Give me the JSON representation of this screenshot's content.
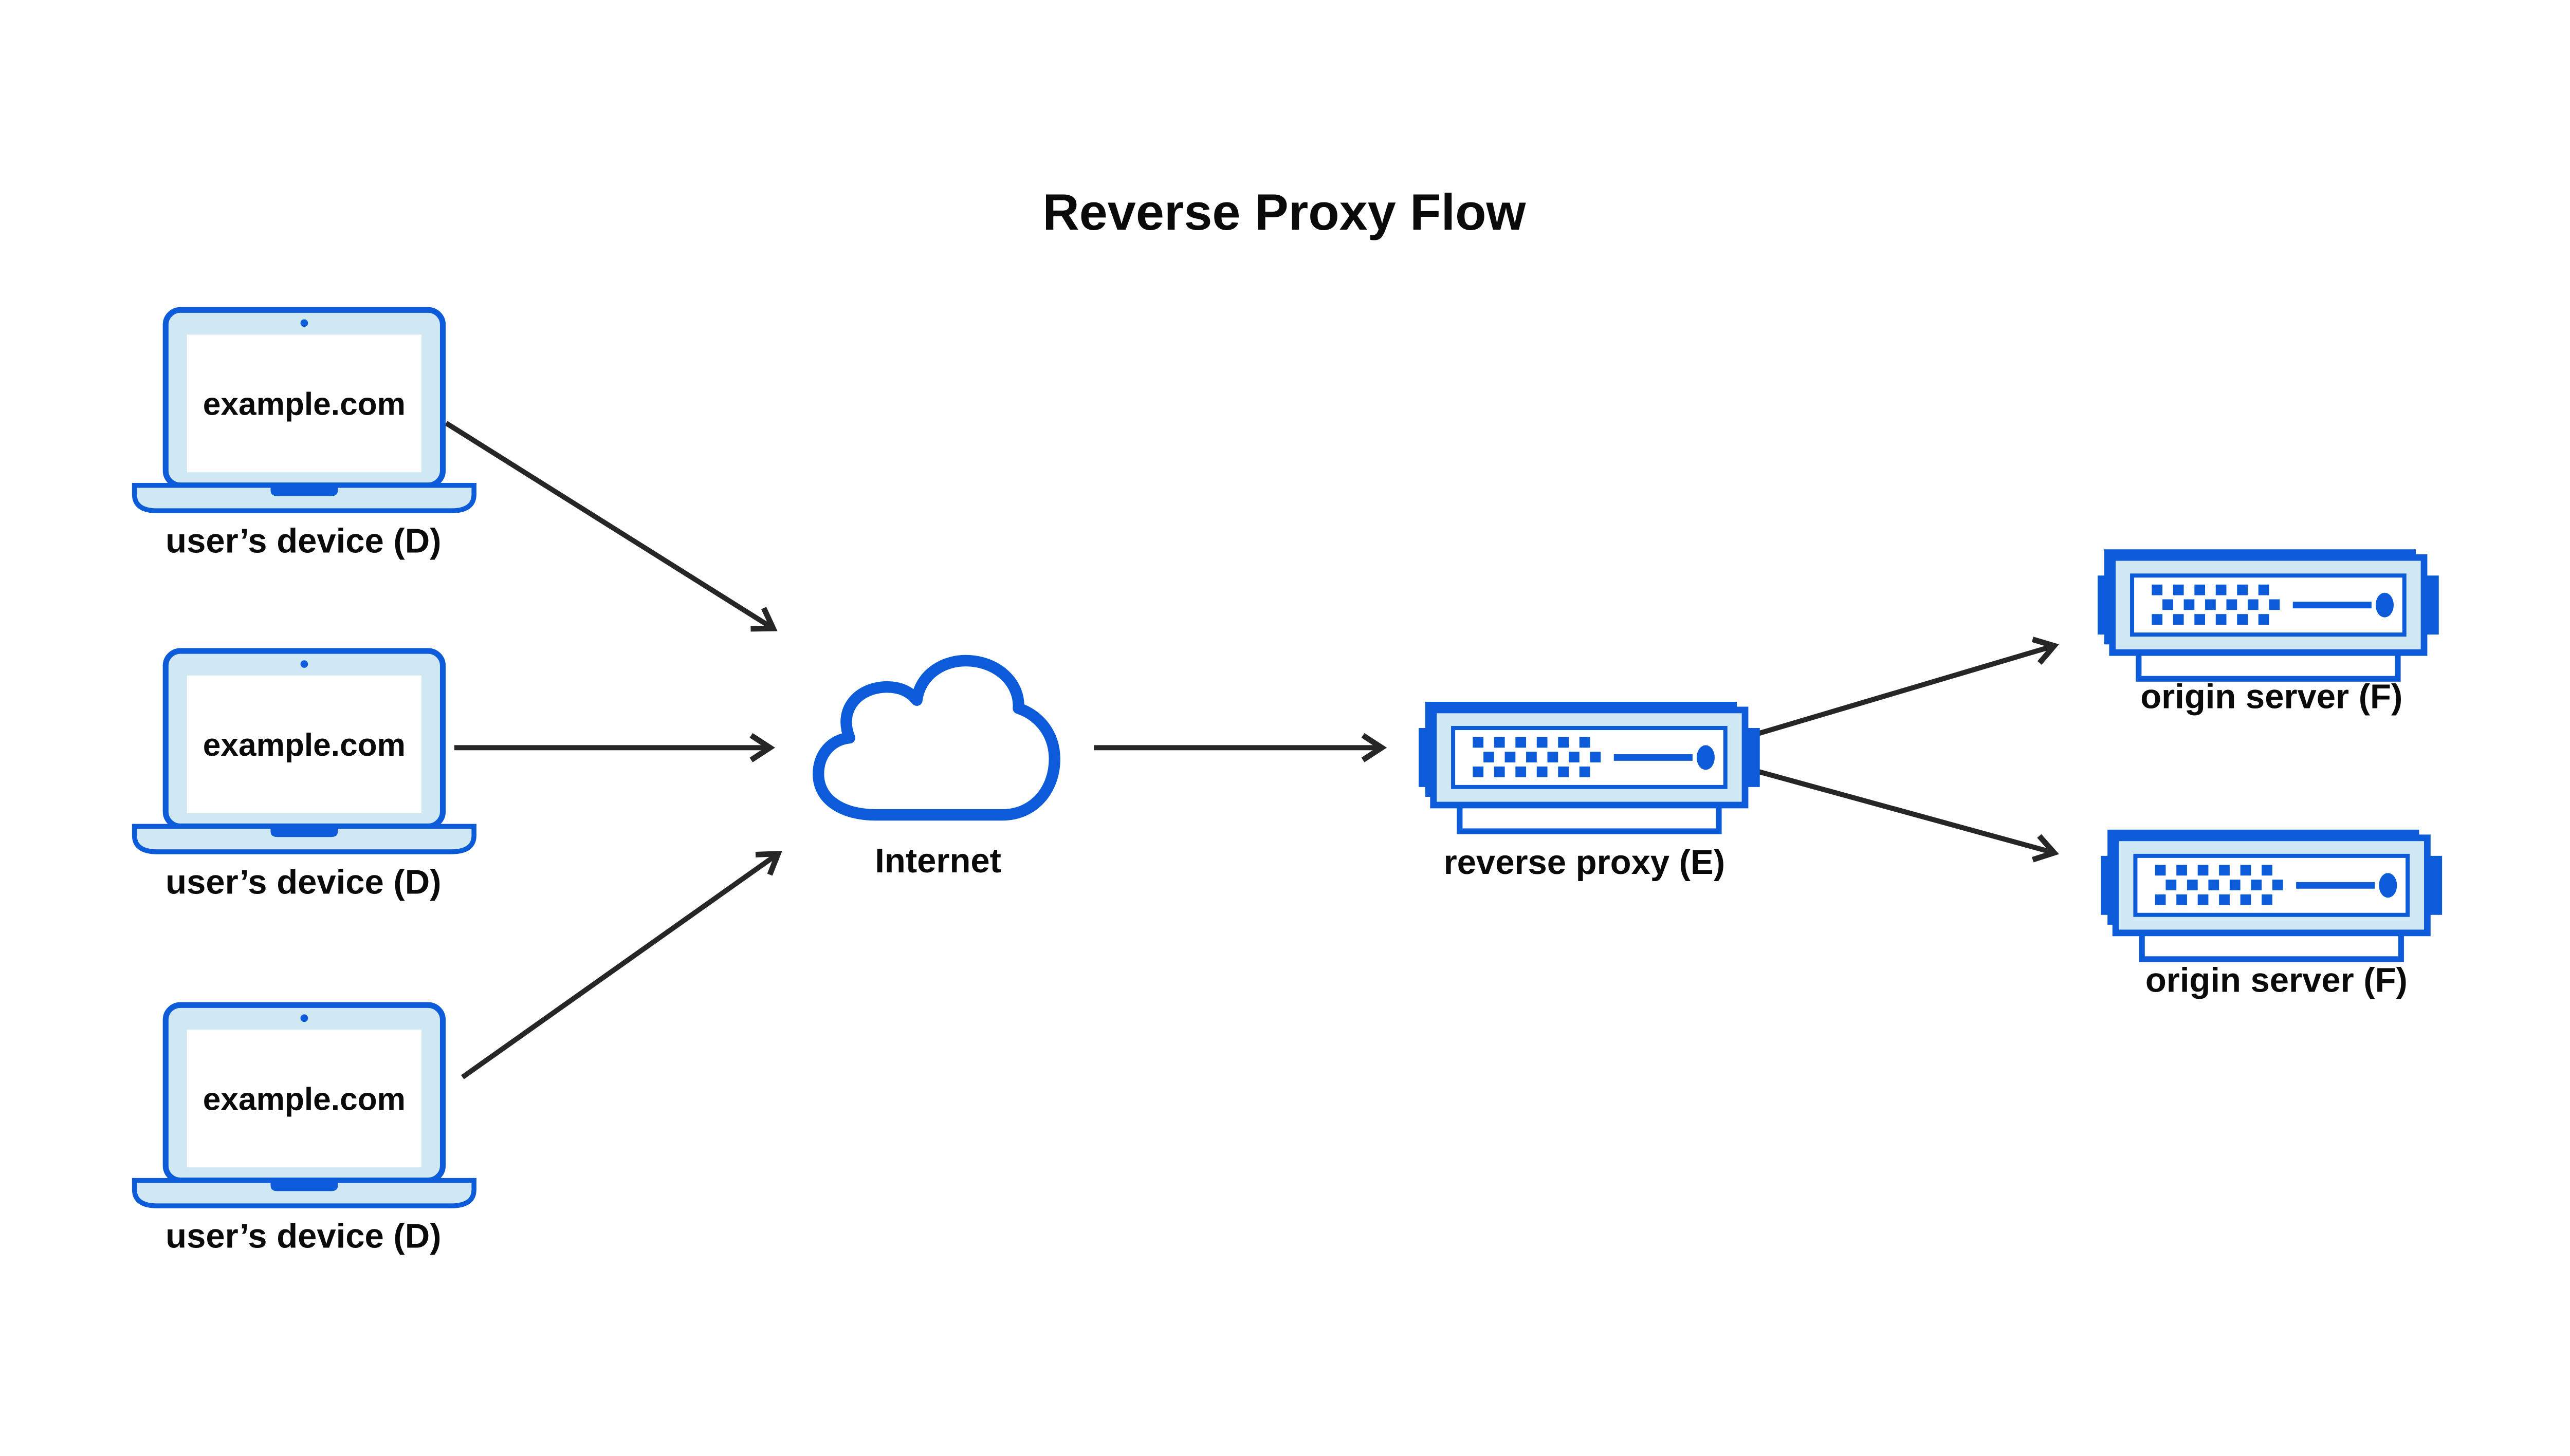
{
  "diagram": {
    "title": "Reverse Proxy Flow",
    "nodes": {
      "device1": {
        "screen_text": "example.com",
        "label": "user’s device (D)"
      },
      "device2": {
        "screen_text": "example.com",
        "label": "user’s device (D)"
      },
      "device3": {
        "screen_text": "example.com",
        "label": "user’s device (D)"
      },
      "internet": {
        "label": "Internet"
      },
      "proxy": {
        "label": "reverse proxy (E)"
      },
      "origin1": {
        "label": "origin server (F)"
      },
      "origin2": {
        "label": "origin server (F)"
      }
    },
    "edges": [
      {
        "from": "device1",
        "to": "internet"
      },
      {
        "from": "device2",
        "to": "internet"
      },
      {
        "from": "device3",
        "to": "internet"
      },
      {
        "from": "internet",
        "to": "proxy"
      },
      {
        "from": "proxy",
        "to": "origin1"
      },
      {
        "from": "proxy",
        "to": "origin2"
      }
    ],
    "colors": {
      "accent": "#0c5cd9",
      "accent_light": "#cfe8f4",
      "arrow": "#262626",
      "text": "#0a0a0a",
      "background": "#ffffff"
    }
  }
}
